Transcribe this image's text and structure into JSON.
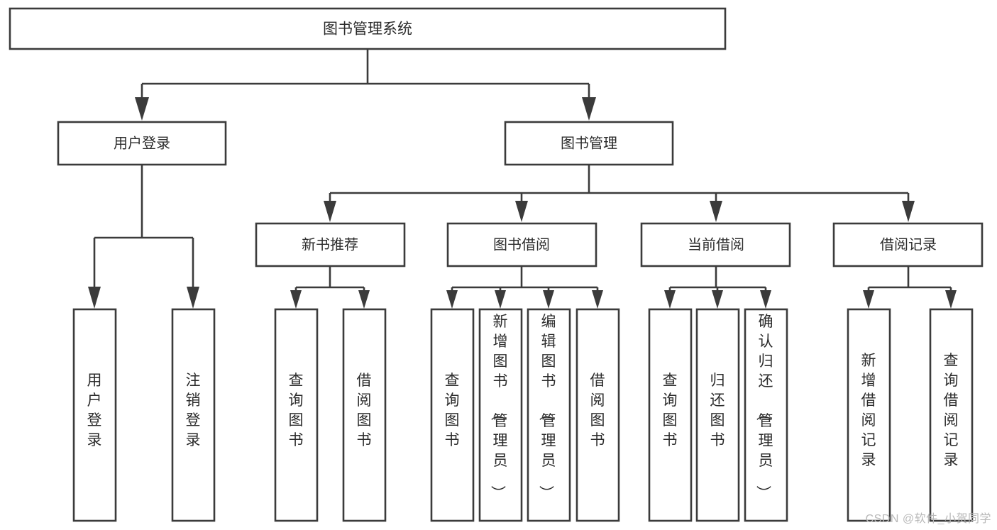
{
  "diagram": {
    "title": "图书管理系统",
    "type": "tree-hierarchy-chart",
    "orientation": "top-down",
    "colors": {
      "box_stroke": "#3b3b3b",
      "box_fill": "#ffffff",
      "connector": "#3b3b3b",
      "text": "#2b2b2b",
      "watermark": "#b9b9b9",
      "background": "#ffffff"
    }
  },
  "root": {
    "label": "图书管理系统"
  },
  "level2": [
    {
      "label": "用户登录"
    },
    {
      "label": "图书管理"
    }
  ],
  "level3": [
    {
      "label": "新书推荐"
    },
    {
      "label": "图书借阅"
    },
    {
      "label": "当前借阅"
    },
    {
      "label": "借阅记录"
    }
  ],
  "leaves": {
    "user_login": [
      {
        "label": "用户登录"
      },
      {
        "label": "注销登录"
      }
    ],
    "new_book_recommend": [
      {
        "label": "查询图书"
      },
      {
        "label": "借阅图书"
      }
    ],
    "book_borrow": [
      {
        "label": "查询图书"
      },
      {
        "label": "新增图书（管理员）"
      },
      {
        "label": "编辑图书（管理员）"
      },
      {
        "label": "借阅图书"
      }
    ],
    "current_borrow": [
      {
        "label": "查询图书"
      },
      {
        "label": "归还图书"
      },
      {
        "label": "确认归还（管理员）"
      }
    ],
    "borrow_record": [
      {
        "label": "新增借阅记录"
      },
      {
        "label": "查询借阅记录"
      }
    ]
  },
  "watermark": {
    "text": "CSDN @软件_小贺同学"
  }
}
